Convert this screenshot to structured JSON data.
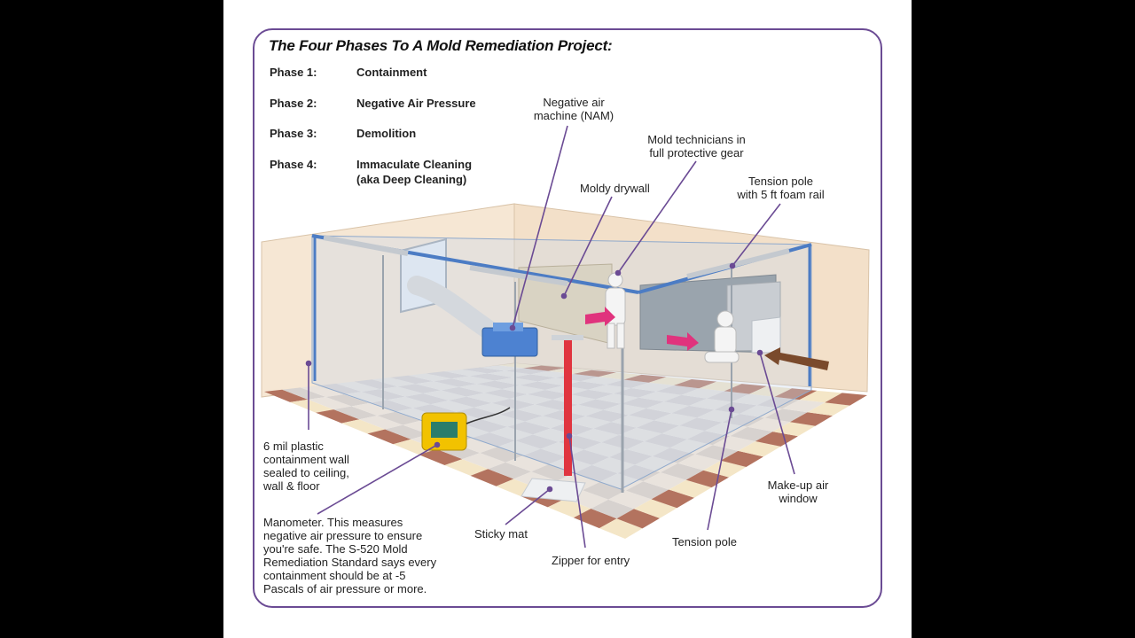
{
  "title": "The Four Phases To A Mold Remediation Project:",
  "phases": [
    {
      "label": "Phase 1:",
      "lines": [
        "Containment"
      ]
    },
    {
      "label": "Phase 2:",
      "lines": [
        "Negative Air Pressure"
      ]
    },
    {
      "label": "Phase 3:",
      "lines": [
        "Demolition"
      ]
    },
    {
      "label": "Phase 4:",
      "lines": [
        "Immaculate Cleaning",
        "(aka Deep Cleaning)"
      ]
    }
  ],
  "callouts": {
    "nam": [
      "Negative air",
      "machine (NAM)"
    ],
    "technicians": [
      "Mold technicians in",
      "full protective gear"
    ],
    "drywall": [
      "Moldy drywall"
    ],
    "tension_foam": [
      "Tension pole",
      "with 5 ft foam rail"
    ],
    "plastic_wall": [
      "6 mil plastic",
      "containment wall",
      "sealed to ceiling,",
      "wall & floor"
    ],
    "manometer": [
      "Manometer. This measures",
      "negative air pressure to ensure",
      "you're safe. The S-520 Mold",
      "Remediation Standard says every",
      "containment should be at -5",
      "Pascals of air pressure or more."
    ],
    "sticky_mat": [
      "Sticky mat"
    ],
    "zipper": [
      "Zipper for entry"
    ],
    "tension_pole": [
      "Tension pole"
    ],
    "makeup_air": [
      "Make-up air",
      "window"
    ]
  },
  "colors": {
    "frame": "#6b4b94",
    "pointer": "#6b4b94",
    "zipper": "#e0353f",
    "floor_brown": "#b3735f",
    "floor_cream": "#f4e6c7",
    "wall": "#f6e7d4",
    "plastic": "#c8d8ec",
    "pole": "#9aa3ad",
    "rail": "#4c7cc4",
    "nam_blue": "#4d82d1",
    "arrow_pink": "#e0337d",
    "airflow_brown": "#7a4a2c",
    "manometer_yellow": "#f2c200"
  }
}
